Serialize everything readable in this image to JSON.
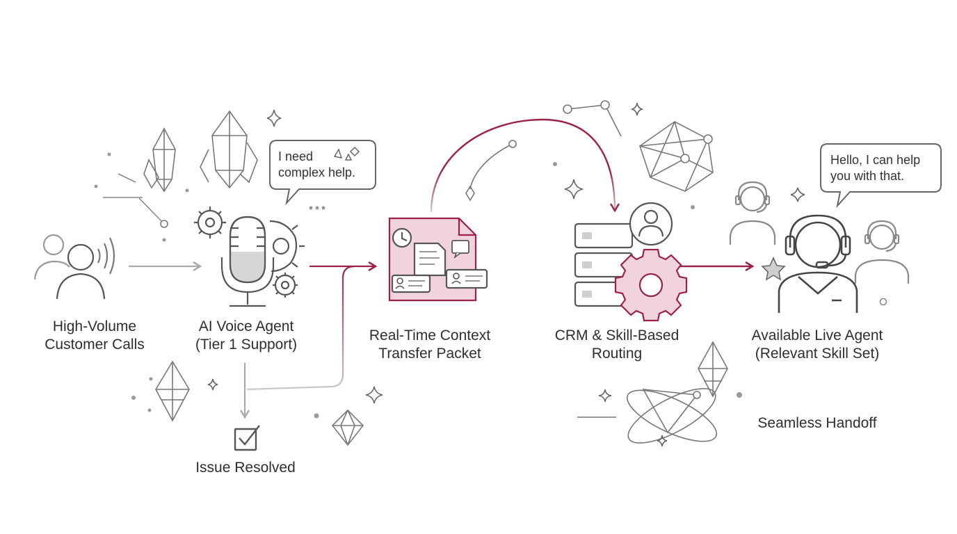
{
  "colors": {
    "accent": "#9b2245",
    "accent_fill": "#f1d3db",
    "line": "#555555",
    "light_line": "#9a9a9a",
    "fill_gray": "#d6d6d6"
  },
  "nodes": {
    "calls": {
      "line1": "High-Volume",
      "line2": "Customer Calls",
      "icon": "customers-call-icon"
    },
    "ai_agent": {
      "line1": "AI Voice Agent",
      "line2": "(Tier 1 Support)",
      "icon": "microphone-gears-icon"
    },
    "resolved": {
      "label": "Issue Resolved",
      "icon": "checkbox-icon"
    },
    "packet": {
      "line1": "Real-Time Context",
      "line2": "Transfer Packet",
      "icon": "context-packet-icon"
    },
    "routing": {
      "line1": "CRM & Skill-Based",
      "line2": "Routing",
      "icon": "server-gear-icon"
    },
    "live_agent": {
      "line1": "Available Live Agent",
      "line2": "(Relevant Skill Set)",
      "icon": "headset-agent-icon"
    }
  },
  "bubbles": {
    "customer": {
      "line1": "I need",
      "line2": "complex help."
    },
    "agent": {
      "line1": "Hello, I can help",
      "line2": "you with that."
    }
  },
  "caption": "Seamless Handoff"
}
